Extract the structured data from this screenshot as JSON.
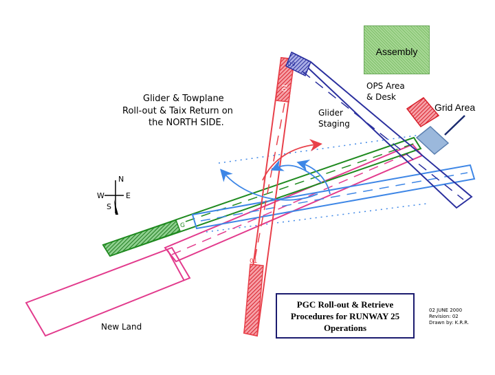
{
  "labels": {
    "assembly": "Assembly",
    "grid_area": "Grid Area",
    "ops_area": [
      "OPS Area",
      "& Desk"
    ],
    "glider_staging": [
      "Glider",
      "Staging"
    ],
    "rollout_note": [
      "Glider & Towplane",
      "Roll-out & Taix Return on",
      "the NORTH SIDE."
    ],
    "new_land": "New Land",
    "compass": {
      "n": "N",
      "e": "E",
      "s": "S",
      "w": "W"
    },
    "runway_numbers": {
      "red_north": "01",
      "red_south": "01",
      "blue_north": "09",
      "green_west": "G"
    }
  },
  "title_block": {
    "line1": "PGC Roll-out & Retrieve",
    "line2": "Procedures for RUNWAY 25",
    "line3": "Operations"
  },
  "revision": {
    "date": "02 JUNE 2000",
    "revision": "Revision: 02",
    "drawn_by": "Drawn by: K.R.R."
  },
  "colors": {
    "red_runway": "#e8404a",
    "blue_runway": "#2a2f9e",
    "green_runway": "#1f8a1f",
    "pink_runway": "#e23a8c",
    "light_blue_runway": "#3d86e6",
    "assembly_fill": "#8fcc7a",
    "grid_fill": "#9bb8dc"
  }
}
